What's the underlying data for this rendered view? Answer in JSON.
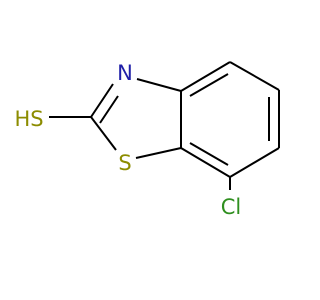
{
  "atoms": {
    "N": {
      "symbol": "N",
      "color": "#1f1fa8"
    },
    "S": {
      "symbol": "S",
      "color": "#8c8c00"
    },
    "SH": {
      "symbol": "HS",
      "color": "#8c8c00"
    },
    "Cl": {
      "symbol": "Cl",
      "color": "#2f8f1f"
    }
  },
  "colors": {
    "bond": "#000000",
    "background": "#ffffff"
  }
}
